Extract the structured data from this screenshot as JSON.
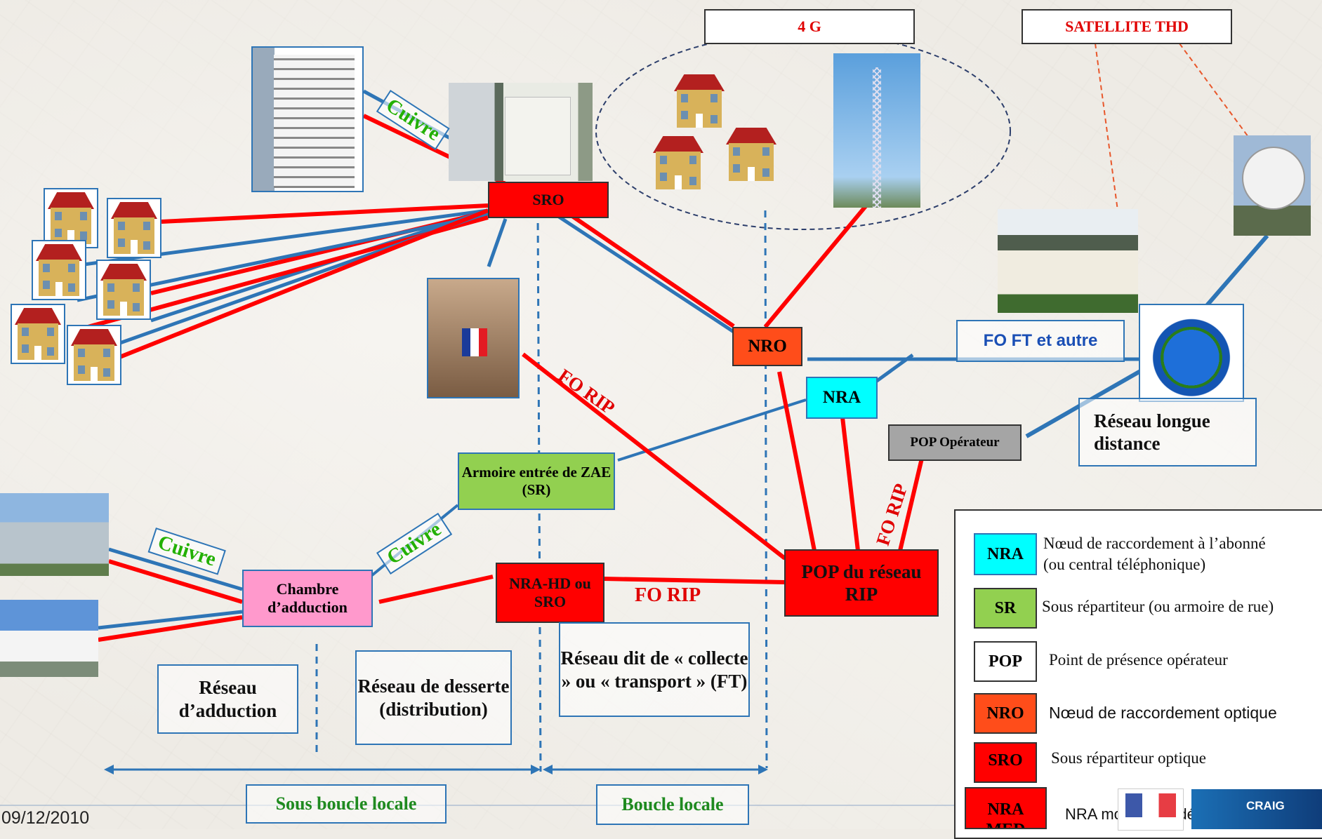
{
  "labels": {
    "g4": "4 G",
    "satellite": "SATELLITE  THD"
  },
  "nodes": {
    "sro": "SRO",
    "nro": "NRO",
    "nra": "NRA",
    "pop_operateur": "POP Opérateur",
    "armoire": "Armoire entrée de ZAE (SR)",
    "pop_rip": "POP du réseau RIP",
    "nra_hd": "NRA-HD ou SRO",
    "chambre": "Chambre d’adduction"
  },
  "links": {
    "cuivre": "Cuivre",
    "fo_rip": "FO RIP",
    "fo_ft": "FO FT et autre"
  },
  "zones": {
    "longue_distance": "Réseau longue distance",
    "adduction": "Réseau d’adduction",
    "desserte": "Réseau de desserte (distribution)",
    "collecte": "Réseau dit de « collecte » ou « transport » (FT)",
    "sous_boucle": "Sous boucle locale",
    "boucle": "Boucle locale"
  },
  "legend": [
    {
      "key": "NRA",
      "text": "Nœud de raccordement à l’abonné\n(ou central téléphonique)"
    },
    {
      "key": "SR",
      "text": "Sous répartiteur (ou armoire de rue)"
    },
    {
      "key": "POP",
      "text": "Point de présence opérateur"
    },
    {
      "key": "NRO",
      "text": "Nœud de raccordement optique"
    },
    {
      "key": "SRO",
      "text": "Sous répartiteur optique"
    },
    {
      "key": "NRA\nMED",
      "text": "NRA montée en débit"
    }
  ],
  "logos": {
    "craig": "CRAIG"
  },
  "footer": {
    "date": "09/12/2010"
  }
}
